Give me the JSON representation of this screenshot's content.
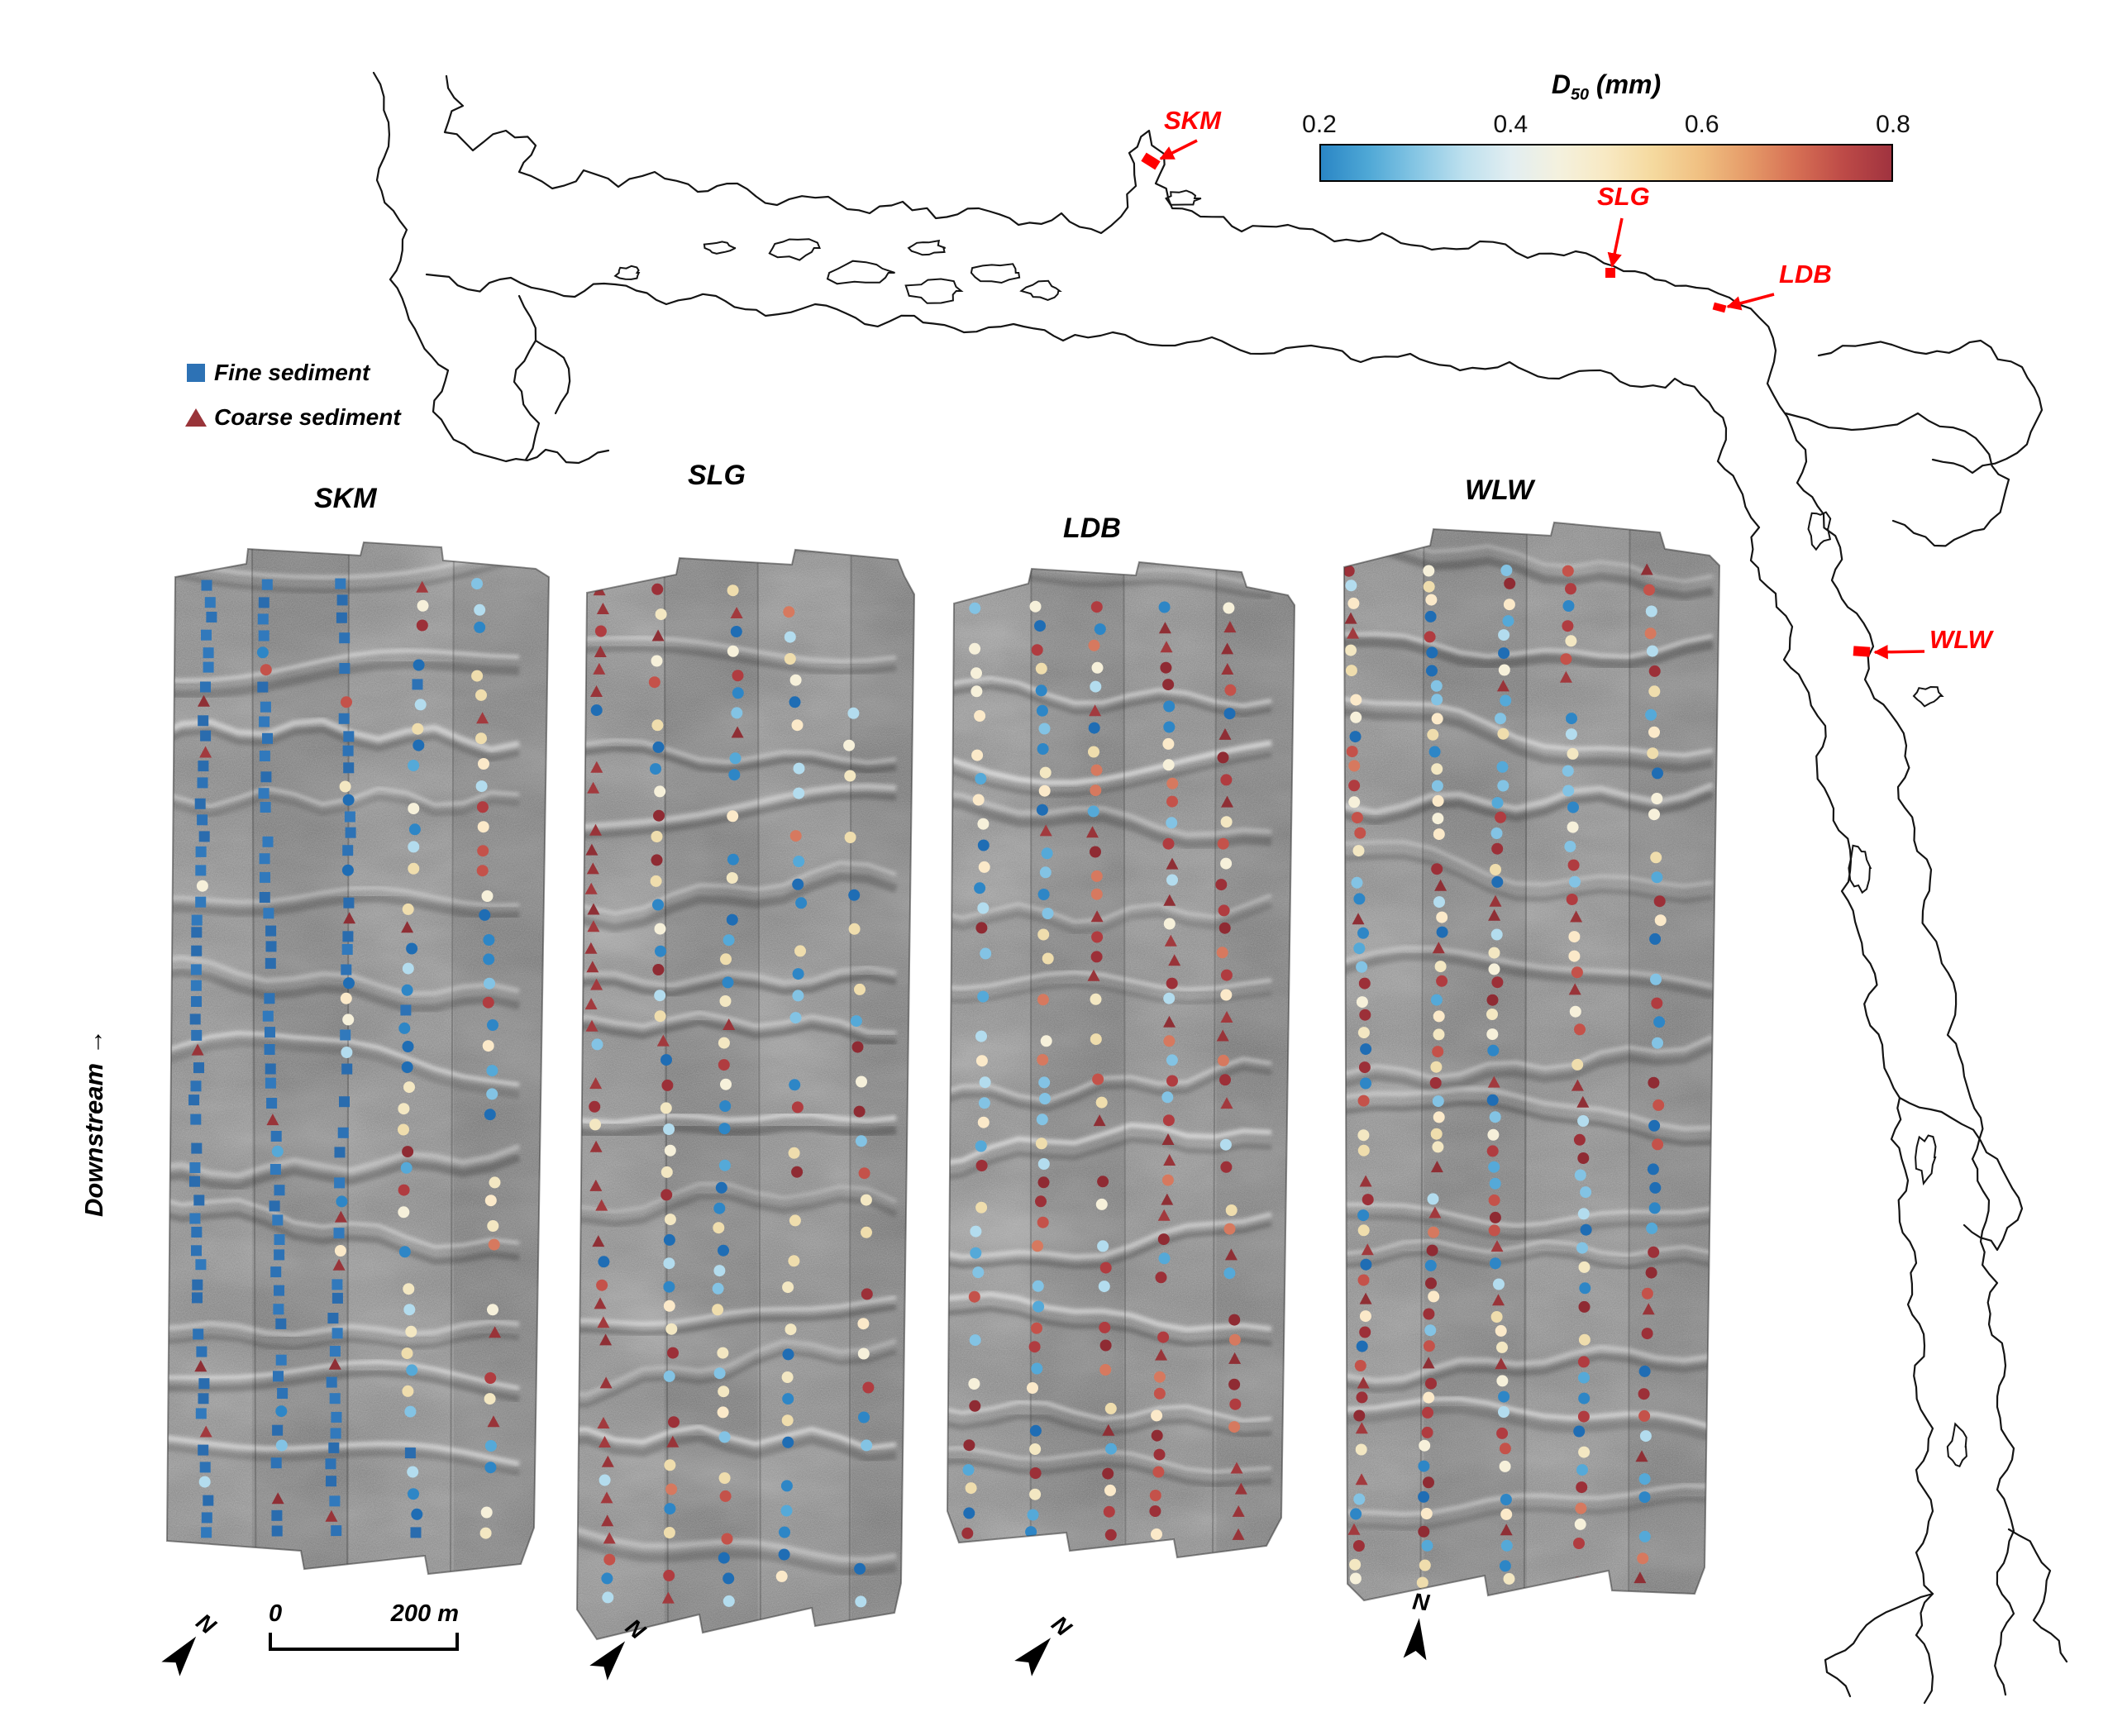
{
  "colorbar": {
    "title_d": "D",
    "title_sub": "50",
    "title_units": " (mm)",
    "ticks": [
      "0.2",
      "0.4",
      "0.6",
      "0.8"
    ],
    "gradient": [
      "#2a86c5",
      "#4fa8d6",
      "#86c6e4",
      "#bde0ee",
      "#e2eef1",
      "#f4f1de",
      "#f8e9c3",
      "#f5d99e",
      "#f0bf81",
      "#e59a68",
      "#d66f54",
      "#bd4a47",
      "#a0333f"
    ]
  },
  "legend": {
    "items": [
      {
        "label": "Fine sediment",
        "marker": "square",
        "color": "#2d72b5"
      },
      {
        "label": "Coarse sediment",
        "marker": "triangle",
        "color": "#993439"
      }
    ]
  },
  "sites": [
    {
      "name": "SKM"
    },
    {
      "name": "SLG"
    },
    {
      "name": "LDB"
    },
    {
      "name": "WLW"
    }
  ],
  "downstream": {
    "text": "Downstream",
    "arrow": "→"
  },
  "north_label": "N",
  "scalebar": {
    "start": "0",
    "end": "200 m"
  },
  "colors": {
    "annotation_red": "#ff0000",
    "coastline": "#141414",
    "panel_base": "#6f6f6f"
  },
  "palette": {
    "fine": [
      "#2d72b5",
      "#2a6cae",
      "#3179bc"
    ],
    "coarse": [
      "#993439",
      "#8f2f35",
      "#a23a3e"
    ],
    "blue": [
      "#1f6db4",
      "#2e86c6",
      "#55a9d8",
      "#83c3e4",
      "#b3dcee"
    ],
    "cream": [
      "#f6f0da",
      "#f3e7c2",
      "#efddad",
      "#fbe9c9"
    ],
    "red": [
      "#c4524a",
      "#b03c40",
      "#9c3038",
      "#d6795f",
      "#8f2b33"
    ]
  },
  "seed": 1234,
  "panels": [
    {
      "name": "SKM",
      "transects": [
        {
          "x": 0.14,
          "count": 58,
          "square": 0.88,
          "triangle": 0.06,
          "circle": 0.06,
          "mix": {
            "blue": 0.7,
            "cream": 0.2,
            "red": 0.1
          },
          "gap": 0.05
        },
        {
          "x": 0.31,
          "count": 56,
          "square": 0.82,
          "triangle": 0.06,
          "circle": 0.12,
          "mix": {
            "blue": 0.6,
            "cream": 0.25,
            "red": 0.15
          },
          "gap": 0.07
        },
        {
          "x": 0.48,
          "count": 58,
          "square": 0.72,
          "triangle": 0.1,
          "circle": 0.18,
          "mix": {
            "blue": 0.5,
            "cream": 0.3,
            "red": 0.2
          },
          "gap": 0.06
        },
        {
          "x": 0.66,
          "count": 48,
          "square": 0.1,
          "triangle": 0.04,
          "circle": 0.86,
          "mix": {
            "blue": 0.5,
            "cream": 0.35,
            "red": 0.15
          },
          "gap": 0.12
        },
        {
          "x": 0.84,
          "count": 44,
          "square": 0.05,
          "triangle": 0.05,
          "circle": 0.9,
          "mix": {
            "blue": 0.45,
            "cream": 0.35,
            "red": 0.2
          },
          "gap": 0.16
        }
      ]
    },
    {
      "name": "SLG",
      "transects": [
        {
          "x": 0.13,
          "count": 52,
          "square": 0,
          "triangle": 0.7,
          "circle": 0.3,
          "mix": {
            "blue": 0.3,
            "cream": 0.5,
            "red": 0.2
          },
          "gap": 0.08
        },
        {
          "x": 0.3,
          "count": 46,
          "square": 0,
          "triangle": 0.05,
          "circle": 0.95,
          "mix": {
            "blue": 0.45,
            "cream": 0.4,
            "red": 0.15
          },
          "gap": 0.12
        },
        {
          "x": 0.47,
          "count": 50,
          "square": 0,
          "triangle": 0.04,
          "circle": 0.96,
          "mix": {
            "blue": 0.55,
            "cream": 0.35,
            "red": 0.1
          },
          "gap": 0.1
        },
        {
          "x": 0.64,
          "count": 46,
          "square": 0,
          "triangle": 0,
          "circle": 1,
          "mix": {
            "blue": 0.5,
            "cream": 0.4,
            "red": 0.1
          },
          "gap": 0.12
        },
        {
          "x": 0.82,
          "count": 34,
          "square": 0,
          "triangle": 0,
          "circle": 1,
          "mix": {
            "blue": 0.3,
            "cream": 0.5,
            "red": 0.2
          },
          "gap": 0.26
        }
      ]
    },
    {
      "name": "LDB",
      "transects": [
        {
          "x": 0.13,
          "count": 44,
          "square": 0,
          "triangle": 0.05,
          "circle": 0.95,
          "mix": {
            "blue": 0.45,
            "cream": 0.4,
            "red": 0.15
          },
          "gap": 0.12
        },
        {
          "x": 0.3,
          "count": 46,
          "square": 0,
          "triangle": 0.1,
          "circle": 0.9,
          "mix": {
            "blue": 0.4,
            "cream": 0.3,
            "red": 0.3
          },
          "gap": 0.1
        },
        {
          "x": 0.47,
          "count": 46,
          "square": 0,
          "triangle": 0.15,
          "circle": 0.85,
          "mix": {
            "blue": 0.2,
            "cream": 0.3,
            "red": 0.5
          },
          "gap": 0.1
        },
        {
          "x": 0.64,
          "count": 48,
          "square": 0,
          "triangle": 0.3,
          "circle": 0.7,
          "mix": {
            "blue": 0.15,
            "cream": 0.2,
            "red": 0.65
          },
          "gap": 0.08
        },
        {
          "x": 0.82,
          "count": 44,
          "square": 0,
          "triangle": 0.35,
          "circle": 0.65,
          "mix": {
            "blue": 0.1,
            "cream": 0.15,
            "red": 0.75
          },
          "gap": 0.1
        }
      ]
    },
    {
      "name": "WLW",
      "transects": [
        {
          "x": 0.11,
          "count": 62,
          "square": 0,
          "triangle": 0.15,
          "circle": 0.85,
          "mix": {
            "blue": 0.3,
            "cream": 0.4,
            "red": 0.3
          },
          "gap": 0.05
        },
        {
          "x": 0.29,
          "count": 62,
          "square": 0,
          "triangle": 0.1,
          "circle": 0.9,
          "mix": {
            "blue": 0.3,
            "cream": 0.45,
            "red": 0.25
          },
          "gap": 0.06
        },
        {
          "x": 0.46,
          "count": 62,
          "square": 0,
          "triangle": 0.12,
          "circle": 0.88,
          "mix": {
            "blue": 0.3,
            "cream": 0.4,
            "red": 0.3
          },
          "gap": 0.06
        },
        {
          "x": 0.64,
          "count": 56,
          "square": 0,
          "triangle": 0.1,
          "circle": 0.9,
          "mix": {
            "blue": 0.45,
            "cream": 0.3,
            "red": 0.25
          },
          "gap": 0.08
        },
        {
          "x": 0.82,
          "count": 50,
          "square": 0,
          "triangle": 0.1,
          "circle": 0.9,
          "mix": {
            "blue": 0.4,
            "cream": 0.3,
            "red": 0.3
          },
          "gap": 0.1
        }
      ]
    }
  ]
}
